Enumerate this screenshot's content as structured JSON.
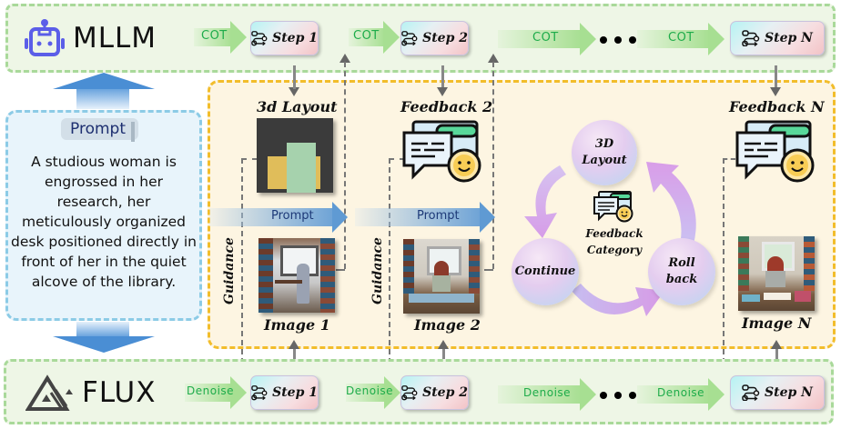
{
  "top_row": {
    "brand": "MLLM",
    "brand_icon": "robot-icon",
    "arrows": [
      "COT",
      "COT",
      "COT",
      "COT"
    ],
    "steps": [
      "Step 1",
      "Step 2",
      "Step N"
    ],
    "step_icon": "workflow-icon"
  },
  "bottom_row": {
    "brand": "FLUX",
    "brand_icon": "flux-logo-icon",
    "arrows": [
      "Denoise",
      "Denoise",
      "Denoise",
      "Denoise"
    ],
    "steps": [
      "Step 1",
      "Step 2",
      "Step N"
    ],
    "step_icon": "workflow-icon"
  },
  "prompt_panel": {
    "tag": "Prompt",
    "text": "A studious woman is engrossed in her research, her meticulously organized desk positioned directly in front of her in the quiet alcove of the library."
  },
  "middle": {
    "col1": {
      "title": "3d Layout",
      "image_label": "Image 1",
      "guidance": "Guidance",
      "prompt_arrow": "Prompt"
    },
    "col2": {
      "title": "Feedback 2",
      "image_label": "Image 2",
      "guidance": "Guidance",
      "prompt_arrow": "Prompt"
    },
    "colN": {
      "title": "Feedback N",
      "image_label": "Image N"
    },
    "cycle": {
      "top": [
        "3D",
        "Layout"
      ],
      "left": "Continue",
      "right": [
        "Roll",
        "back"
      ],
      "center": [
        "Feedback",
        "Category"
      ]
    }
  },
  "colors": {
    "green_panel": "#eef6e6",
    "green_border": "#a9d99a",
    "yellow_panel": "#fdf5e2",
    "yellow_border": "#f2bd2b",
    "prompt_panel": "#e8f4fb",
    "arrow_text_green": "#1eac4a",
    "prompt_text_blue": "#1d3a78",
    "robot_purple": "#5b5ee8"
  }
}
